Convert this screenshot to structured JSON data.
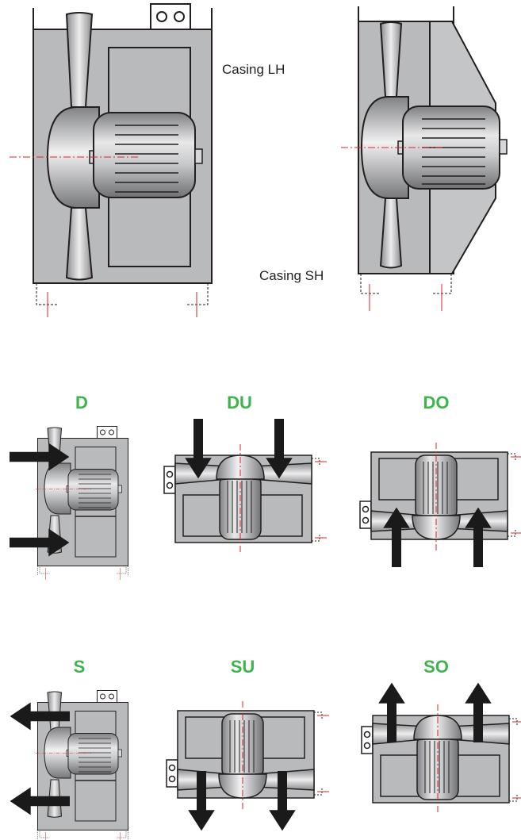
{
  "labels": {
    "casing_lh": "Casing LH",
    "casing_sh": "Casing SH"
  },
  "arrangements": [
    {
      "code": "D"
    },
    {
      "code": "DU"
    },
    {
      "code": "DO"
    },
    {
      "code": "S"
    },
    {
      "code": "SU"
    },
    {
      "code": "SO"
    }
  ],
  "colors": {
    "code_label": "#3db54a",
    "arrow": "#1a1a1a",
    "centerline": "#e3222a",
    "casing_fill": "#b9babc",
    "casing_stroke": "#231f20"
  }
}
